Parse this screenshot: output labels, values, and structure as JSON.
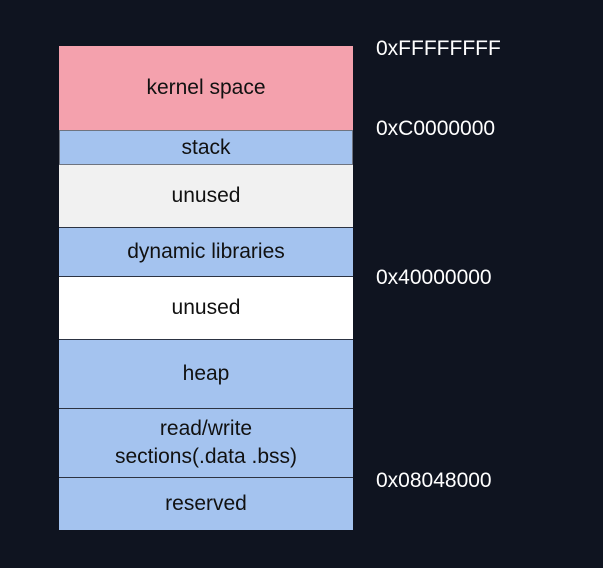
{
  "segments": [
    {
      "label": "kernel space",
      "fill": "#f4a1ad"
    },
    {
      "label": "stack",
      "fill": "#a4c3ef"
    },
    {
      "label": "unused",
      "fill": "#f1f1f1"
    },
    {
      "label": "dynamic libraries",
      "fill": "#a4c3ef"
    },
    {
      "label": "unused",
      "fill": "#ffffff"
    },
    {
      "label": "heap",
      "fill": "#a4c3ef"
    },
    {
      "label": "read/write\nsections(.data .bss)",
      "fill": "#a4c3ef"
    },
    {
      "label": "reserved",
      "fill": "#a4c3ef"
    }
  ],
  "addresses": [
    "0xFFFFFFFF",
    "0xC0000000",
    "0x40000000",
    "0x08048000"
  ]
}
